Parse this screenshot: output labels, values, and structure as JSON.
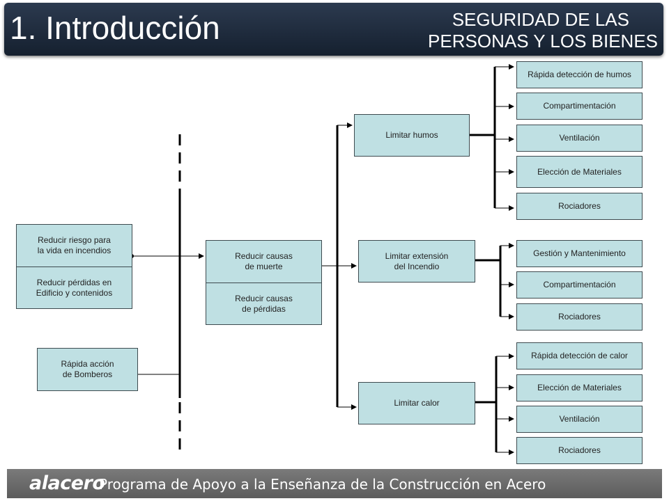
{
  "header": {
    "title": "1. Introducción",
    "subtitle_line1": "SEGURIDAD DE LAS",
    "subtitle_line2": "PERSONAS Y LOS BIENES"
  },
  "diagram": {
    "goals": {
      "reducir_riesgo": "Reducir riesgo para\nla vida en incendios",
      "reducir_perdidas": "Reducir pérdidas en\nEdificio y contenidos",
      "rapida_accion": "Rápida acción\nde Bomberos"
    },
    "causes": {
      "muerte": "Reducir causas\nde muerte",
      "perdidas": "Reducir causas\nde pérdidas"
    },
    "limits": {
      "humos": "Limitar humos",
      "extension": "Limitar extensión\ndel Incendio",
      "calor": "Limitar calor"
    },
    "measures_humos": [
      "Rápida detección de humos",
      "Compartimentación",
      "Ventilación",
      "Elección de Materiales",
      "Rociadores"
    ],
    "measures_extension": [
      "Gestión y Mantenimiento",
      "Compartimentación",
      "Rociadores"
    ],
    "measures_calor": [
      "Rápida detección de calor",
      "Elección de Materiales",
      "Ventilación",
      "Rociadores"
    ]
  },
  "footer": {
    "logo": "alacero",
    "program": "Programa de Apoyo a la Enseñanza de la Construcción en Acero"
  }
}
